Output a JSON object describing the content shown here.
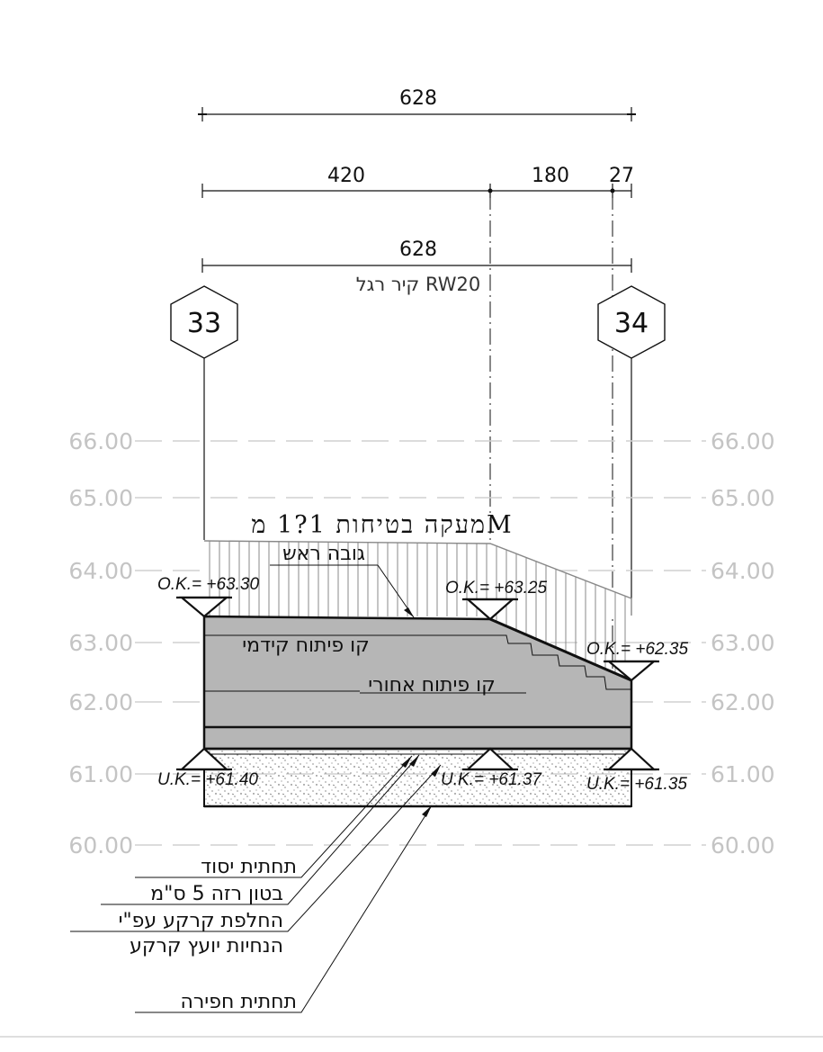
{
  "dimensions": {
    "top_total": "628",
    "segment_1": "420",
    "segment_2": "180",
    "segment_3": "27",
    "wall_total": "628",
    "wall_label": "קיר רגל RW20"
  },
  "axes": {
    "left": "33",
    "right": "34"
  },
  "elevation_grid": {
    "left": [
      "66.00",
      "65.00",
      "64.00",
      "63.00",
      "62.00",
      "61.00",
      "60.00"
    ],
    "right": [
      "66.00",
      "65.00",
      "64.00",
      "63.00",
      "62.00",
      "61.00",
      "60.00"
    ]
  },
  "railing_label": "מעקה בטיחות 1?1 מM",
  "labels": {
    "top_height": "גובה ראש",
    "front_line": "קו פיתוח קידמי",
    "back_line": "קו פיתוח אחורי"
  },
  "levels": {
    "ok_left": "O.K.= +63.30",
    "ok_mid": "O.K.= +63.25",
    "ok_right": "O.K.= +62.35",
    "uk_left": "U.K.= +61.40",
    "uk_mid": "U.K.= +61.37",
    "uk_right": "U.K.= +61.35"
  },
  "legend": [
    "תחתית יסוד",
    "בטון רזה 5 ס\"מ",
    "החלפת קרקע עפ\"י",
    "הנחיות יועץ קרקע",
    "תחתית חפירה"
  ],
  "colors": {
    "wall_fill": "#b6b6b6",
    "grid_text": "#c4c4c4",
    "grid_line": "#d0d0d0",
    "line": "#111111"
  }
}
